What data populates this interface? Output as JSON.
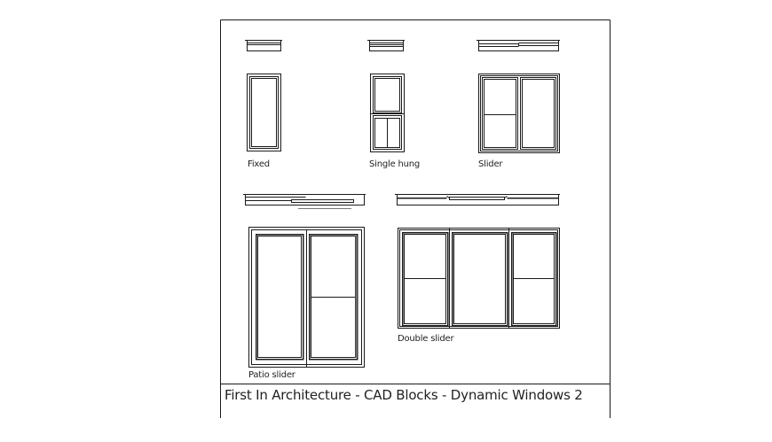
{
  "sheet": {
    "title": "First In Architecture - CAD Blocks - Dynamic Windows 2",
    "line_color": "#1a1a1a",
    "background": "#ffffff"
  },
  "windows": [
    {
      "id": "fixed",
      "label": "Fixed"
    },
    {
      "id": "single-hung",
      "label": "Single hung"
    },
    {
      "id": "slider",
      "label": "Slider"
    },
    {
      "id": "patio-slider",
      "label": "Patio slider"
    },
    {
      "id": "double-slider",
      "label": "Double slider"
    }
  ]
}
